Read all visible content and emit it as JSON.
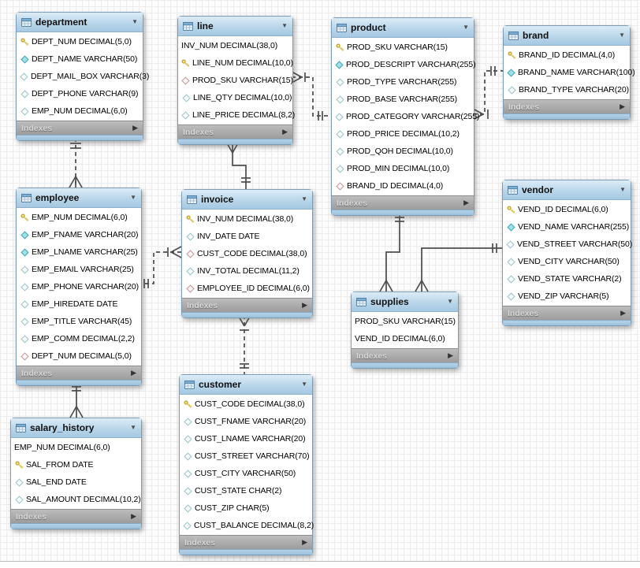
{
  "diagram": {
    "indexes_label": "Indexes",
    "colors": {
      "table_header_blue": "#b9d6ea",
      "indexes_bar_gray": "#a6a6a6",
      "key_yellow": "#f0d548",
      "attribute_teal": "#7fd8de",
      "fk_outline_red": "#c79595",
      "connector_gray": "#4d4d4d"
    },
    "tables": [
      {
        "name": "department",
        "columns": [
          {
            "icon": "key",
            "text": "DEPT_NUM DECIMAL(5,0)"
          },
          {
            "icon": "attr-filled",
            "text": "DEPT_NAME VARCHAR(50)"
          },
          {
            "icon": "attr-open",
            "text": "DEPT_MAIL_BOX VARCHAR(3)"
          },
          {
            "icon": "attr-open",
            "text": "DEPT_PHONE VARCHAR(9)"
          },
          {
            "icon": "attr-open",
            "text": "EMP_NUM DECIMAL(6,0)"
          }
        ]
      },
      {
        "name": "line",
        "columns": [
          {
            "icon": "none",
            "text": "INV_NUM DECIMAL(38,0)"
          },
          {
            "icon": "key",
            "text": "LINE_NUM DECIMAL(10,0)"
          },
          {
            "icon": "fk",
            "text": "PROD_SKU VARCHAR(15)"
          },
          {
            "icon": "attr-open",
            "text": "LINE_QTY DECIMAL(10,0)"
          },
          {
            "icon": "attr-open",
            "text": "LINE_PRICE DECIMAL(8,2)"
          }
        ]
      },
      {
        "name": "product",
        "columns": [
          {
            "icon": "key",
            "text": "PROD_SKU VARCHAR(15)"
          },
          {
            "icon": "attr-filled",
            "text": "PROD_DESCRIPT VARCHAR(255)"
          },
          {
            "icon": "attr-open",
            "text": "PROD_TYPE VARCHAR(255)"
          },
          {
            "icon": "attr-open",
            "text": "PROD_BASE VARCHAR(255)"
          },
          {
            "icon": "attr-open",
            "text": "PROD_CATEGORY VARCHAR(255)"
          },
          {
            "icon": "attr-open",
            "text": "PROD_PRICE DECIMAL(10,2)"
          },
          {
            "icon": "attr-open",
            "text": "PROD_QOH DECIMAL(10,0)"
          },
          {
            "icon": "attr-open",
            "text": "PROD_MIN DECIMAL(10,0)"
          },
          {
            "icon": "fk",
            "text": "BRAND_ID DECIMAL(4,0)"
          }
        ]
      },
      {
        "name": "brand",
        "columns": [
          {
            "icon": "key",
            "text": "BRAND_ID DECIMAL(4,0)"
          },
          {
            "icon": "attr-filled",
            "text": "BRAND_NAME VARCHAR(100)"
          },
          {
            "icon": "attr-open",
            "text": "BRAND_TYPE VARCHAR(20)"
          }
        ]
      },
      {
        "name": "employee",
        "columns": [
          {
            "icon": "key",
            "text": "EMP_NUM DECIMAL(6,0)"
          },
          {
            "icon": "attr-filled",
            "text": "EMP_FNAME VARCHAR(20)"
          },
          {
            "icon": "attr-filled",
            "text": "EMP_LNAME VARCHAR(25)"
          },
          {
            "icon": "attr-open",
            "text": "EMP_EMAIL VARCHAR(25)"
          },
          {
            "icon": "attr-open",
            "text": "EMP_PHONE VARCHAR(20)"
          },
          {
            "icon": "attr-open",
            "text": "EMP_HIREDATE DATE"
          },
          {
            "icon": "attr-open",
            "text": "EMP_TITLE VARCHAR(45)"
          },
          {
            "icon": "attr-open",
            "text": "EMP_COMM DECIMAL(2,2)"
          },
          {
            "icon": "fk",
            "text": "DEPT_NUM DECIMAL(5,0)"
          }
        ]
      },
      {
        "name": "invoice",
        "columns": [
          {
            "icon": "key",
            "text": "INV_NUM DECIMAL(38,0)"
          },
          {
            "icon": "attr-open",
            "text": "INV_DATE DATE"
          },
          {
            "icon": "fk",
            "text": "CUST_CODE DECIMAL(38,0)"
          },
          {
            "icon": "attr-open",
            "text": "INV_TOTAL DECIMAL(11,2)"
          },
          {
            "icon": "fk",
            "text": "EMPLOYEE_ID DECIMAL(6,0)"
          }
        ]
      },
      {
        "name": "vendor",
        "columns": [
          {
            "icon": "key",
            "text": "VEND_ID DECIMAL(6,0)"
          },
          {
            "icon": "attr-filled",
            "text": "VEND_NAME VARCHAR(255)"
          },
          {
            "icon": "attr-open",
            "text": "VEND_STREET VARCHAR(50)"
          },
          {
            "icon": "attr-open",
            "text": "VEND_CITY VARCHAR(50)"
          },
          {
            "icon": "attr-open",
            "text": "VEND_STATE VARCHAR(2)"
          },
          {
            "icon": "attr-open",
            "text": "VEND_ZIP VARCHAR(5)"
          }
        ]
      },
      {
        "name": "supplies",
        "columns": [
          {
            "icon": "none",
            "text": "PROD_SKU VARCHAR(15)"
          },
          {
            "icon": "none",
            "text": "VEND_ID DECIMAL(6,0)"
          }
        ]
      },
      {
        "name": "customer",
        "columns": [
          {
            "icon": "key",
            "text": "CUST_CODE DECIMAL(38,0)"
          },
          {
            "icon": "attr-open",
            "text": "CUST_FNAME VARCHAR(20)"
          },
          {
            "icon": "attr-open",
            "text": "CUST_LNAME VARCHAR(20)"
          },
          {
            "icon": "attr-open",
            "text": "CUST_STREET VARCHAR(70)"
          },
          {
            "icon": "attr-open",
            "text": "CUST_CITY VARCHAR(50)"
          },
          {
            "icon": "attr-open",
            "text": "CUST_STATE CHAR(2)"
          },
          {
            "icon": "attr-open",
            "text": "CUST_ZIP CHAR(5)"
          },
          {
            "icon": "attr-open",
            "text": "CUST_BALANCE DECIMAL(8,2)"
          }
        ]
      },
      {
        "name": "salary_history",
        "columns": [
          {
            "icon": "none",
            "text": "EMP_NUM DECIMAL(6,0)"
          },
          {
            "icon": "key",
            "text": "SAL_FROM DATE"
          },
          {
            "icon": "attr-open",
            "text": "SAL_END DATE"
          },
          {
            "icon": "attr-open",
            "text": "SAL_AMOUNT DECIMAL(10,2)"
          }
        ]
      }
    ],
    "relationships": [
      {
        "id": "department-employee",
        "from": "department",
        "to": "employee",
        "style": "dashed",
        "many_end": "employee"
      },
      {
        "id": "product-line",
        "from": "product",
        "to": "line",
        "style": "dashed",
        "many_end": "line"
      },
      {
        "id": "invoice-line",
        "from": "invoice",
        "to": "line",
        "style": "solid",
        "many_end": "line"
      },
      {
        "id": "brand-product",
        "from": "brand",
        "to": "product",
        "style": "dashed",
        "many_end": "product"
      },
      {
        "id": "employee-invoice",
        "from": "employee",
        "to": "invoice",
        "style": "dashed",
        "many_end": "invoice"
      },
      {
        "id": "employee-salary_history",
        "from": "employee",
        "to": "salary_history",
        "style": "solid",
        "many_end": "salary_history"
      },
      {
        "id": "customer-invoice",
        "from": "customer",
        "to": "invoice",
        "style": "dashed",
        "many_end": "invoice"
      },
      {
        "id": "product-supplies",
        "from": "product",
        "to": "supplies",
        "style": "solid",
        "many_end": "supplies"
      },
      {
        "id": "vendor-supplies",
        "from": "vendor",
        "to": "supplies",
        "style": "solid",
        "many_end": "supplies"
      }
    ]
  }
}
